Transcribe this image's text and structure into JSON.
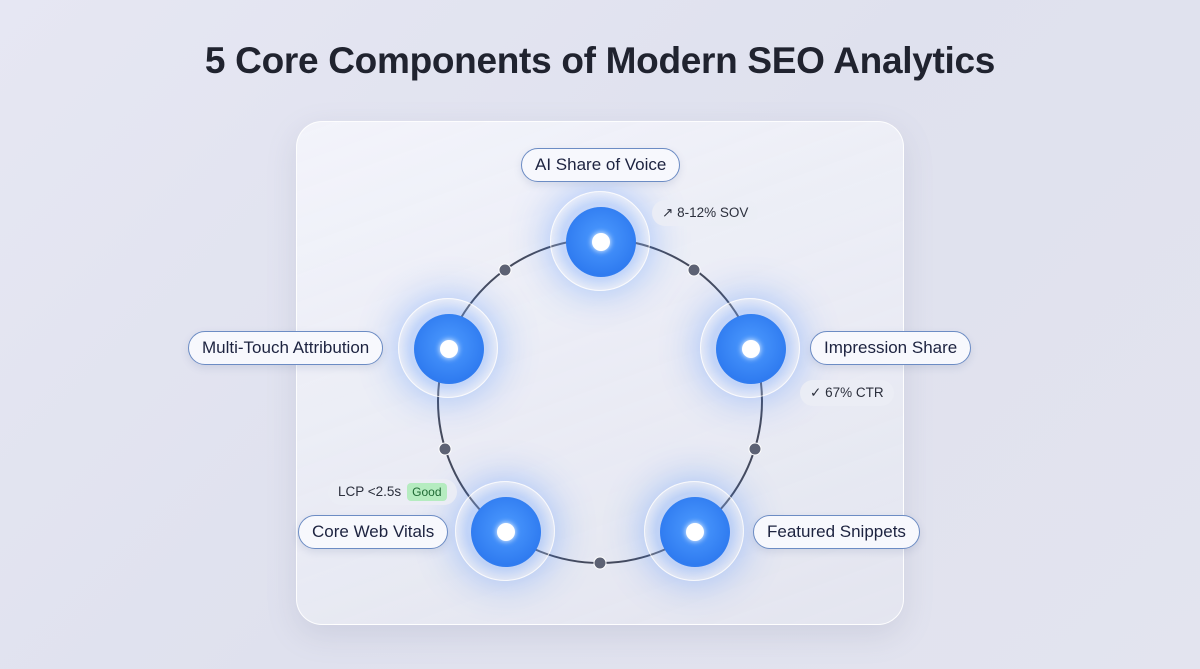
{
  "title": "5 Core Components of Modern SEO Analytics",
  "components": [
    {
      "label": "AI Share of Voice",
      "metric": "8-12% SOV",
      "metric_icon": "arrow-up-right-icon"
    },
    {
      "label": "Impression Share",
      "metric": "67% CTR",
      "metric_icon": "check-icon"
    },
    {
      "label": "Featured Snippets"
    },
    {
      "label": "Core Web Vitals",
      "metric": "LCP <2.5s",
      "badge": "Good"
    },
    {
      "label": "Multi-Touch Attribution"
    }
  ],
  "colors": {
    "accent": "#2f7bf0",
    "badge": "#b5ecc0"
  }
}
